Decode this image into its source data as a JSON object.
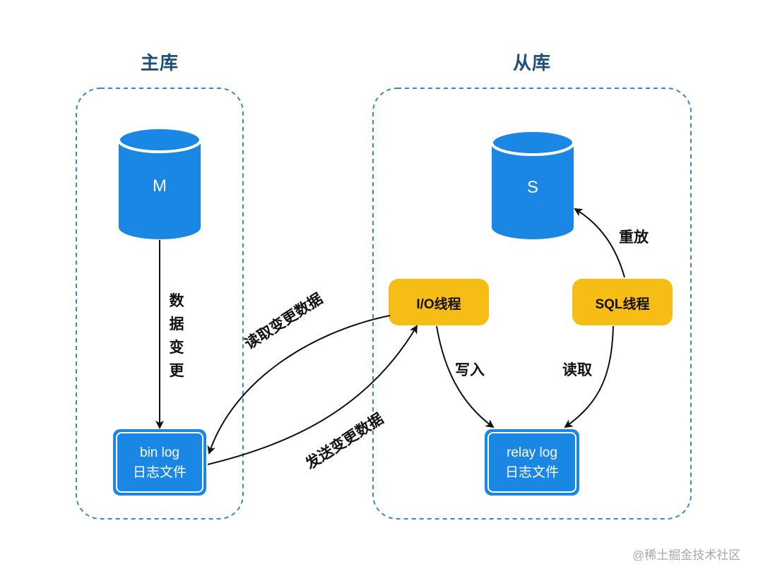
{
  "colors": {
    "group_border": "#3d85c6",
    "db_fill": "#1b87e5",
    "db_top": "#1a7fd8",
    "file_box_fill": "#1b87e5",
    "thread_fill": "#f6bd16",
    "arrow": "#111111",
    "title_text": "#1f4e79"
  },
  "master_group": {
    "title": "主库",
    "db": {
      "label": "M",
      "icon": "database-cylinder-icon"
    },
    "edge_to_binlog": "数据变更",
    "binlog_box": {
      "line1": "bin log",
      "line2": "日志文件"
    }
  },
  "slave_group": {
    "title": "从库",
    "db": {
      "label": "S",
      "icon": "database-cylinder-icon"
    },
    "io_thread": "I/O线程",
    "sql_thread": "SQL线程",
    "relay_box": {
      "line1": "relay log",
      "line2": "日志文件"
    },
    "edge_io_to_relay": "写入",
    "edge_relay_to_sql": "读取",
    "edge_sql_to_db": "重放"
  },
  "cross_edges": {
    "read_changes": "读取变更数据",
    "send_changes": "发送变更数据"
  },
  "watermark": "@稀土掘金技术社区"
}
